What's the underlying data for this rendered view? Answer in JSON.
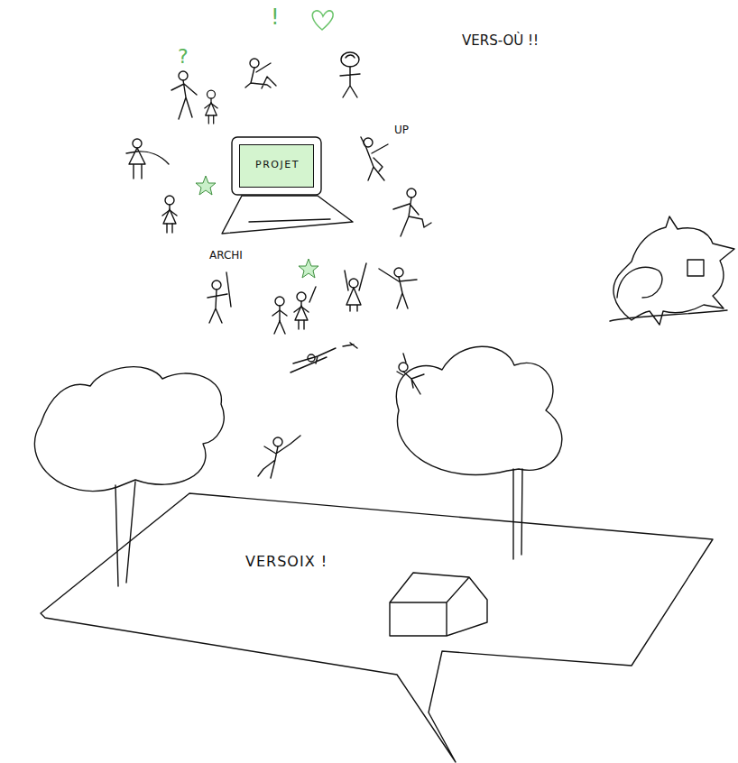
{
  "diagram": {
    "nodes": [
      {
        "text": [
          "PROJET"
        ]
      },
      {
        "text": [
          "VERSOIX !"
        ]
      }
    ],
    "labels": [
      "?",
      "!",
      "UP",
      "ARCHI",
      "VERS-OÙ !!"
    ]
  }
}
